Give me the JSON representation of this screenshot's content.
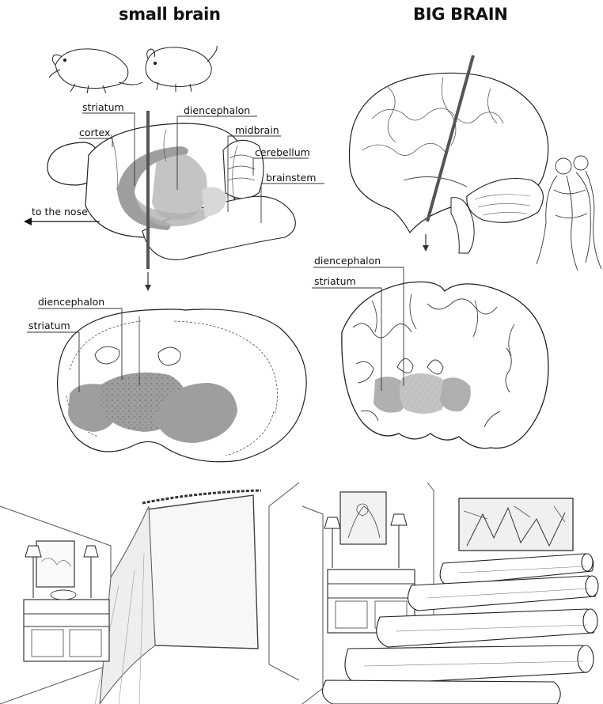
{
  "titles": {
    "left": "small brain",
    "right": "BIG BRAIN"
  },
  "small_brain": {
    "sagittal_labels": {
      "striatum": "striatum",
      "cortex": "cortex",
      "diencephalon": "diencephalon",
      "midbrain": "midbrain",
      "cerebellum": "cerebellum",
      "brainstem": "brainstem",
      "nose": "to the nose"
    },
    "coronal_labels": {
      "diencephalon": "diencephalon",
      "striatum": "striatum"
    }
  },
  "big_brain": {
    "coronal_labels": {
      "diencephalon": "diencephalon",
      "striatum": "striatum"
    }
  },
  "colors": {
    "ink": "#1a1a1a",
    "shade": "#9e9e9e",
    "shade_light": "#c4c4c4",
    "section_line": "#555555"
  }
}
